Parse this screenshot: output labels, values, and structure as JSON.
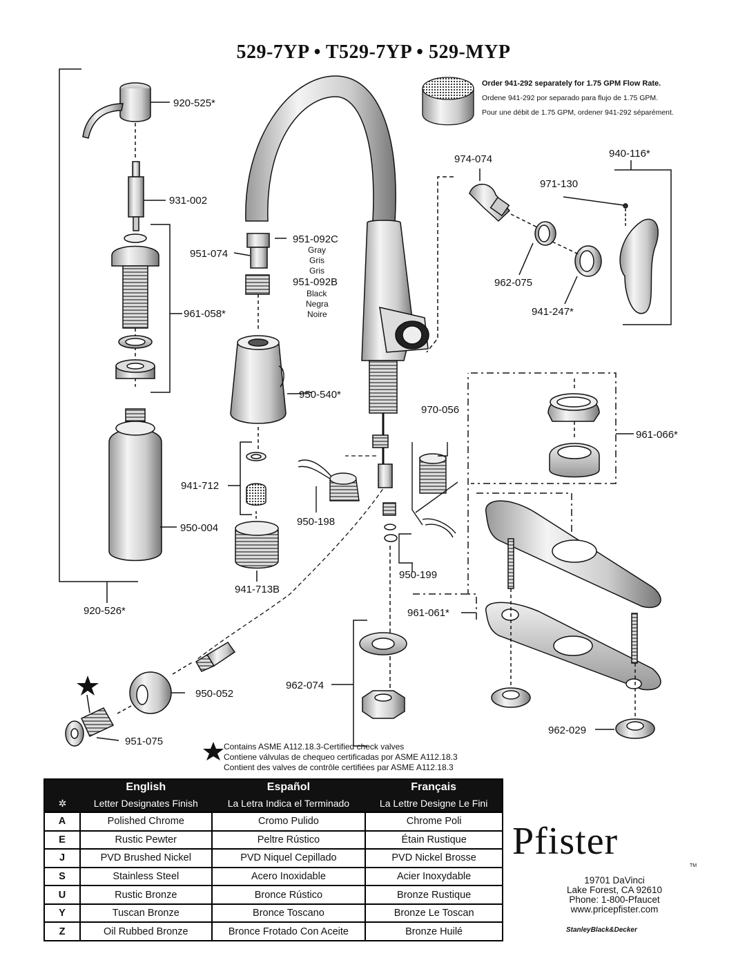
{
  "title": "529-7YP • T529-7YP • 529-MYP",
  "flow_note": {
    "en": "Order 941-292 separately for 1.75 GPM  Flow Rate.",
    "es": "Ordene 941-292 por separado para flujo de 1.75 GPM.",
    "fr": "Pour une débit de 1.75 GPM, ordener 941-292 séparément."
  },
  "part_labels": {
    "p920_525": "920-525*",
    "p931_002": "931-002",
    "p961_058": "961-058*",
    "p950_004": "950-004",
    "p920_526": "920-526*",
    "p951_092c": "951-092C",
    "p951_074": "951-074",
    "gray": "Gray",
    "gris1": "Gris",
    "gris2": "Gris",
    "p951_092b": "951-092B",
    "black": "Black",
    "negra": "Negra",
    "noire": "Noire",
    "p950_540": "950-540*",
    "p941_712": "941-712",
    "p941_713b": "941-713B",
    "p950_198": "950-198",
    "p970_056": "970-056",
    "p950_199": "950-199",
    "p974_074": "974-074",
    "p971_130": "971-130",
    "p940_116": "940-116*",
    "p962_075": "962-075",
    "p941_247": "941-247*",
    "p961_066": "961-066*",
    "p961_061": "961-061*",
    "p962_074": "962-074",
    "p962_029": "962-029",
    "p950_052": "950-052",
    "p951_075": "951-075"
  },
  "asme_note": {
    "en": "Contains ASME A112.18.3-Certified check valves",
    "es": "Contiene válvulas de chequeo certificadas por ASME A112.18.3",
    "fr": "Contient des valves de contrôle certifiées par ASME A112.18.3"
  },
  "finish_table": {
    "headers": [
      "English",
      "Español",
      "Français"
    ],
    "code_symbol": "✲",
    "subheaders": [
      "Letter Designates Finish",
      "La Letra Indica el Terminado",
      "La Lettre Designe Le Fini"
    ],
    "rows": [
      {
        "code": "A",
        "en": "Polished Chrome",
        "es": "Cromo Pulido",
        "fr": "Chrome Poli"
      },
      {
        "code": "E",
        "en": "Rustic Pewter",
        "es": "Peltre Rústico",
        "fr": "Étain Rustique"
      },
      {
        "code": "J",
        "en": "PVD Brushed Nickel",
        "es": "PVD Niquel Cepillado",
        "fr": "PVD Nickel Brosse"
      },
      {
        "code": "S",
        "en": "Stainless Steel",
        "es": "Acero Inoxidable",
        "fr": "Acier Inoxydable"
      },
      {
        "code": "U",
        "en": "Rustic Bronze",
        "es": "Bronce Rústico",
        "fr": "Bronze Rustique"
      },
      {
        "code": "Y",
        "en": "Tuscan Bronze",
        "es": "Bronce Toscano",
        "fr": "Bronze Le Toscan"
      },
      {
        "code": "Z",
        "en": "Oil Rubbed Bronze",
        "es": "Bronce Frotado Con Aceite",
        "fr": "Bronze Huilé"
      }
    ]
  },
  "brand": {
    "name": "Pfister",
    "tm": "TM",
    "address1": "19701 DaVinci",
    "address2": "Lake Forest, CA 92610",
    "phone": "Phone: 1-800-Pfaucet",
    "web": "www.pricepfister.com",
    "parent": "StanleyBlack&Decker"
  }
}
